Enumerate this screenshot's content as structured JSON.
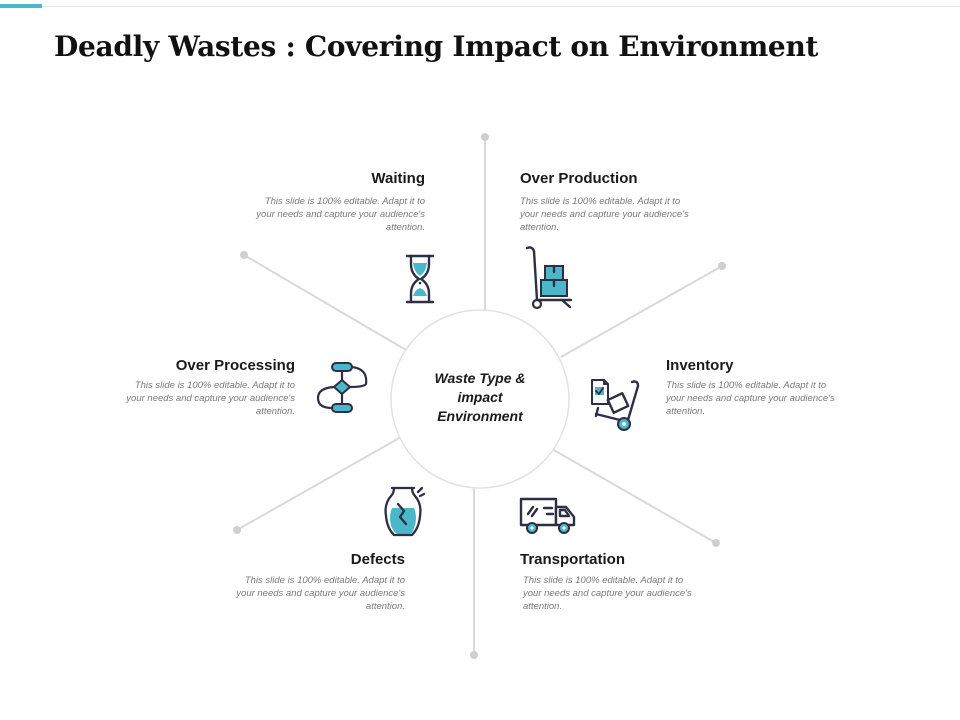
{
  "title": "Deadly Wastes : Covering Impact on Environment",
  "hub": {
    "line1": "Waste Type &",
    "line2": "impact",
    "line3": "Environment"
  },
  "items": [
    {
      "title": "Waiting",
      "desc": "This slide is 100% editable. Adapt it to your needs and capture your audience's attention.",
      "icon": "hourglass-icon"
    },
    {
      "title": "Over Production",
      "desc": "This slide is 100% editable. Adapt it to your needs and capture your audience's attention.",
      "icon": "hand-truck-boxes-icon"
    },
    {
      "title": "Inventory",
      "desc": "This slide is 100% editable. Adapt it to your needs and capture your audience's attention.",
      "icon": "inventory-cart-icon"
    },
    {
      "title": "Transportation",
      "desc": "This slide is 100% editable. Adapt it to your needs and capture your audience's attention.",
      "icon": "delivery-truck-icon"
    },
    {
      "title": "Defects",
      "desc": "This slide is 100% editable. Adapt it to your needs and capture your audience's attention.",
      "icon": "broken-vase-icon"
    },
    {
      "title": "Over Processing",
      "desc": "This slide is 100% editable. Adapt it to your needs and capture your audience's attention.",
      "icon": "process-flowchart-icon"
    }
  ],
  "colors": {
    "accent": "#4ab8c8",
    "icon_stroke": "#2d2f45",
    "line": "#d9d9d9",
    "node": "#cfcfcf"
  }
}
